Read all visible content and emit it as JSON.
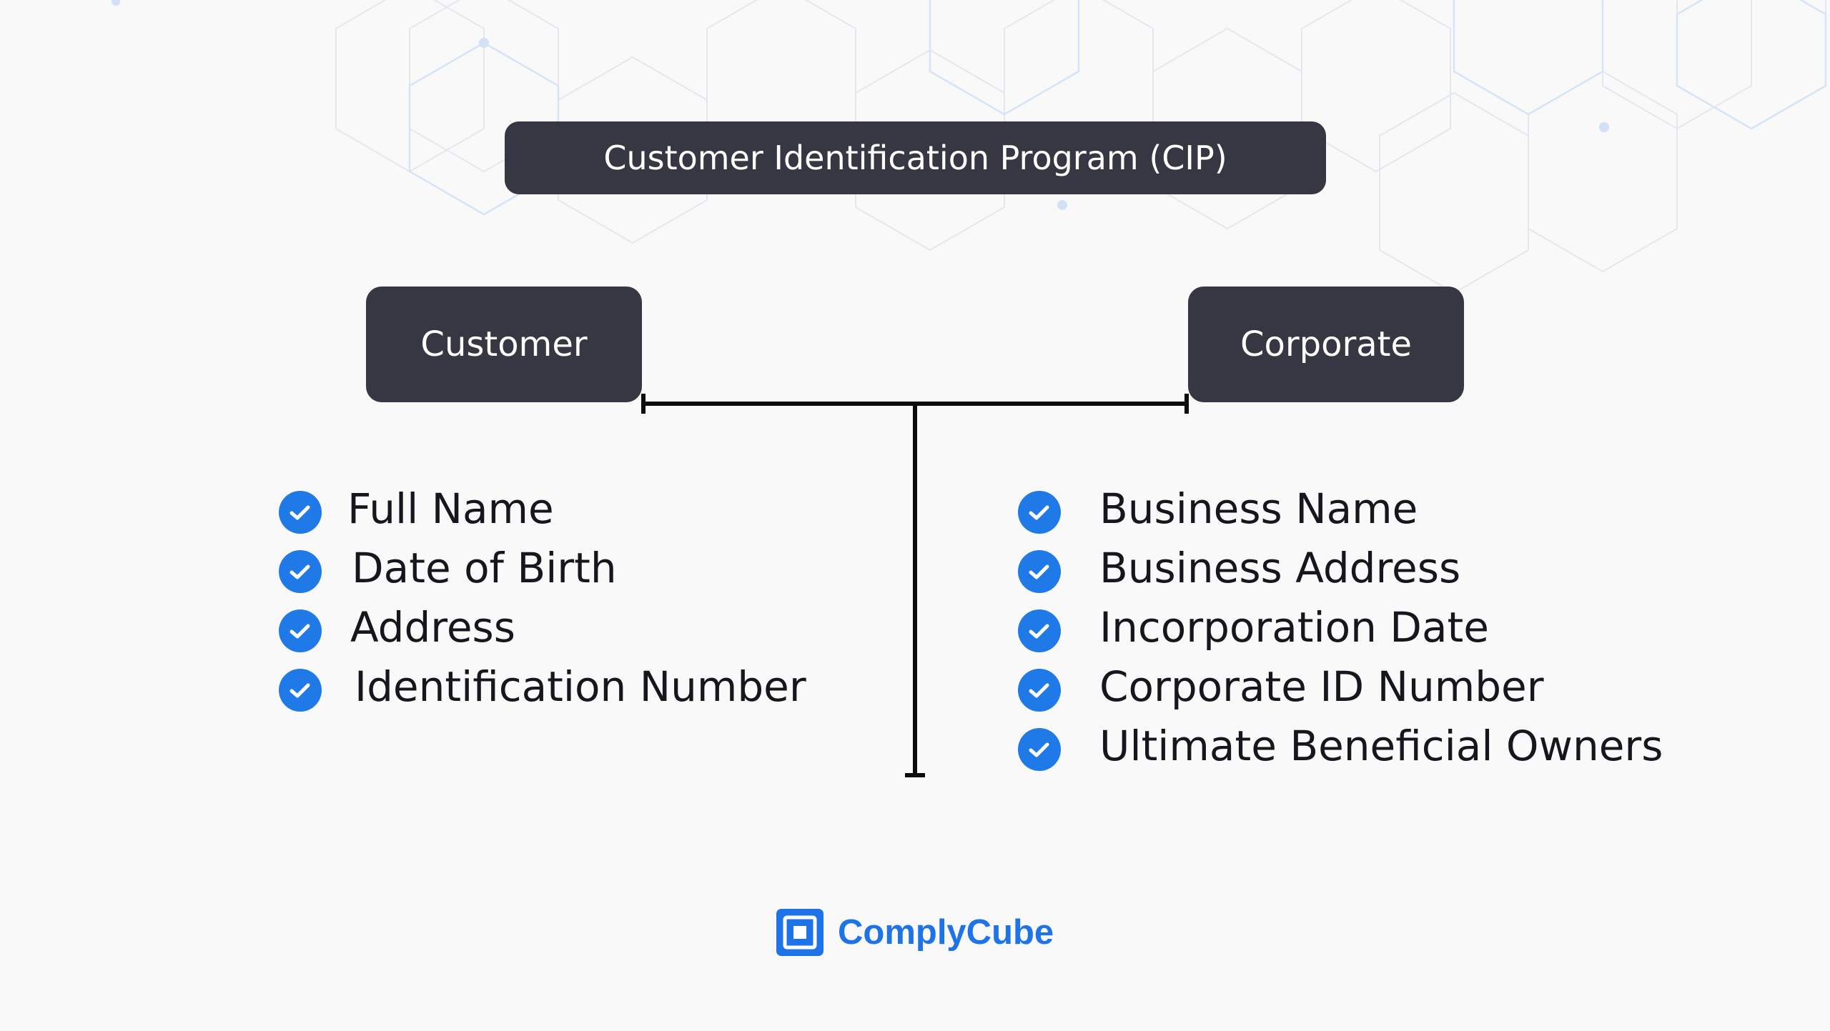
{
  "title": "Customer Identification Program (CIP)",
  "branches": {
    "customer": {
      "label": "Customer",
      "items": [
        "Full Name",
        "Date of Birth",
        "Address",
        "Identification Number"
      ]
    },
    "corporate": {
      "label": "Corporate",
      "items": [
        "Business Name",
        "Business Address",
        "Incorporation Date",
        "Corporate ID Number",
        "Ultimate Beneficial Owners"
      ]
    }
  },
  "brand": {
    "name": "ComplyCube",
    "icon": "square-logo-icon"
  },
  "colors": {
    "box_fill": "#363743",
    "box_text": "#ffffff",
    "check_fill": "#1f7ae8",
    "connector": "#0c0c0f",
    "brand": "#1e73e8",
    "background": "#f9f9fa",
    "pattern": "#dce6f3"
  }
}
